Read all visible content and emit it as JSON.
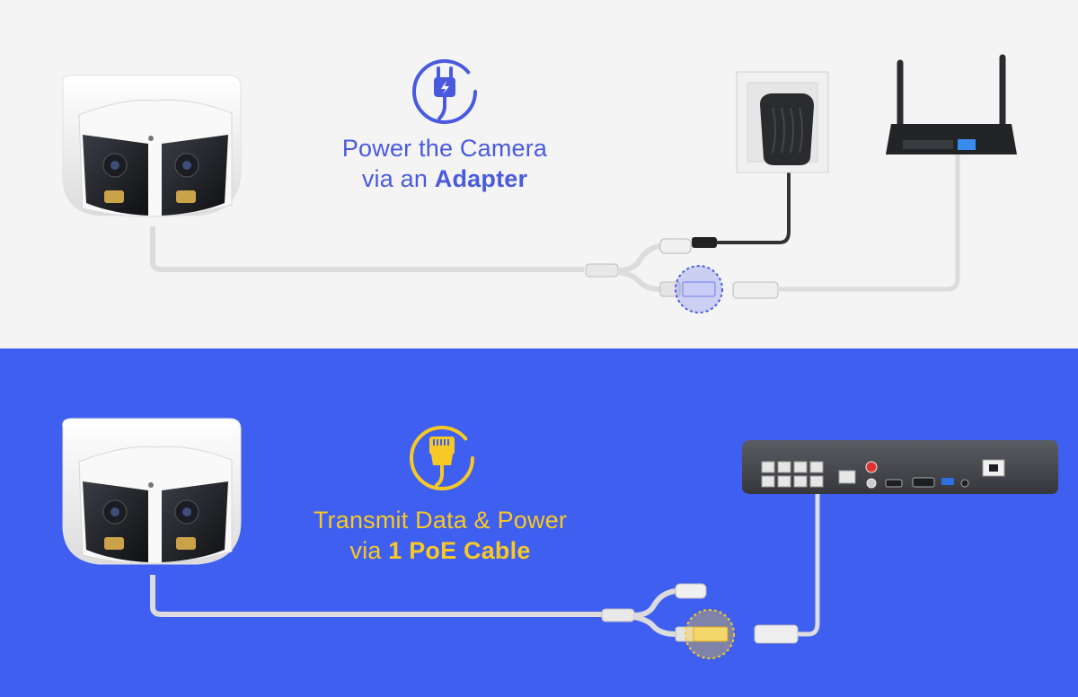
{
  "top_section": {
    "caption_line1": "Power the Camera",
    "caption_line2_prefix": "via an",
    "caption_line2_bold": "Adapter",
    "icon": "power-plug-icon",
    "accent_color": "#4a5ae0",
    "background_color": "#f4f4f4"
  },
  "bottom_section": {
    "caption_line1": "Transmit Data & Power",
    "caption_line2_prefix": "via",
    "caption_line2_bold": "1 PoE Cable",
    "icon": "ethernet-port-icon",
    "accent_color": "#f7c925",
    "background_color": "#3f5ff0"
  }
}
